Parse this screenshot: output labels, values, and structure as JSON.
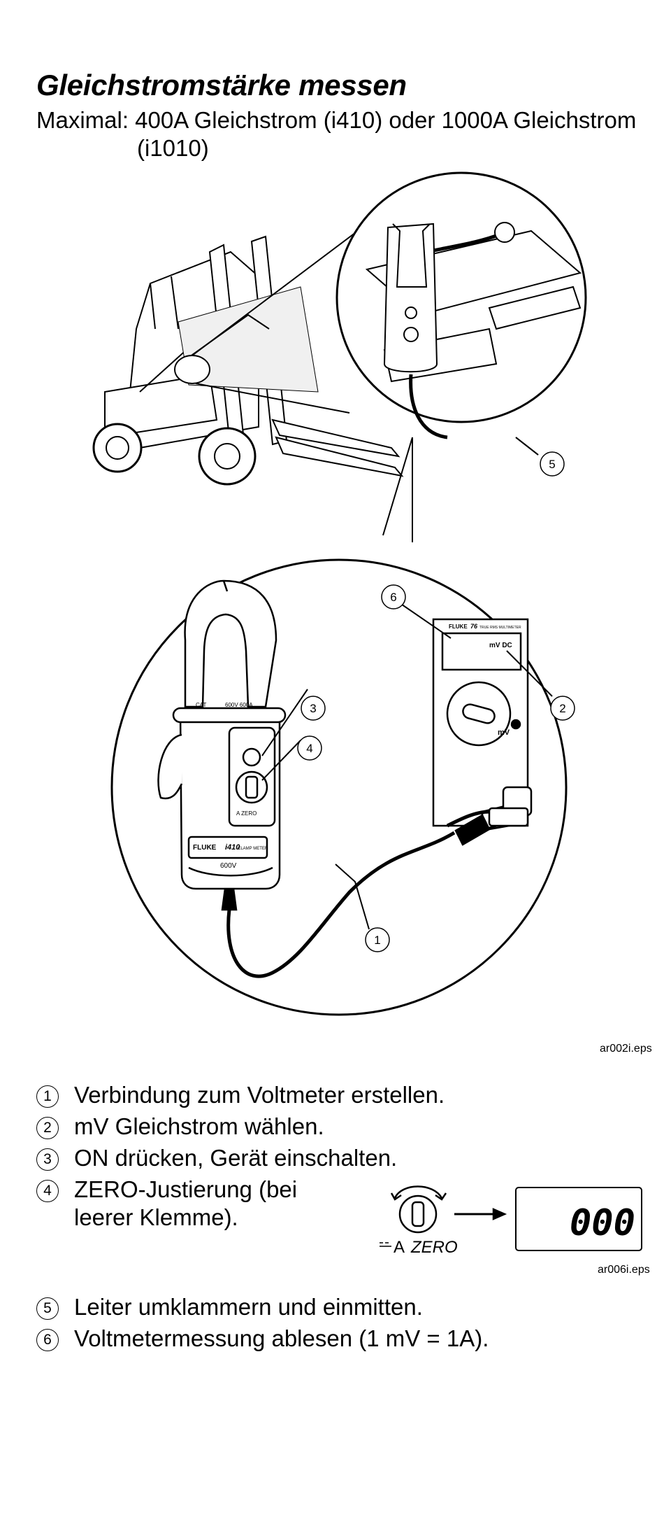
{
  "title": "Gleichstromstärke messen",
  "subtitle": {
    "line1": "Maximal: 400A Gleichstrom (i410) oder 1000A Gleichstrom",
    "line2": "(i1010)"
  },
  "figure1": {
    "file_label": "ar002i.eps",
    "callouts": [
      "1",
      "2",
      "3",
      "4",
      "5",
      "6"
    ],
    "clamp": {
      "brand": "FLUKE",
      "model": "i410",
      "model_sub": "CLAMP METER",
      "voltage": "600V",
      "cat": "CAT",
      "rating": "600V 600A",
      "zero_label": "A ZERO"
    },
    "meter": {
      "brand": "FLUKE",
      "model": "76",
      "model_sub": "TRUE RMS MULTIMETER",
      "display": "mV DC",
      "range": "mV"
    }
  },
  "steps": [
    {
      "num": "1",
      "text": "Verbindung zum Voltmeter erstellen."
    },
    {
      "num": "2",
      "text": "mV Gleichstrom wählen."
    },
    {
      "num": "3",
      "text": "ON drücken, Gerät einschalten."
    },
    {
      "num": "4",
      "text": "ZERO-Justierung (bei leerer Klemme)."
    },
    {
      "num": "5",
      "text": "Leiter umklammern und einmitten."
    },
    {
      "num": "6",
      "text": "Voltmetermessung ablesen (1 mV = 1A)."
    }
  ],
  "figure2": {
    "file_label": "ar006i.eps",
    "knob_label": "A",
    "zero_label": "ZERO",
    "display_value": "000"
  }
}
